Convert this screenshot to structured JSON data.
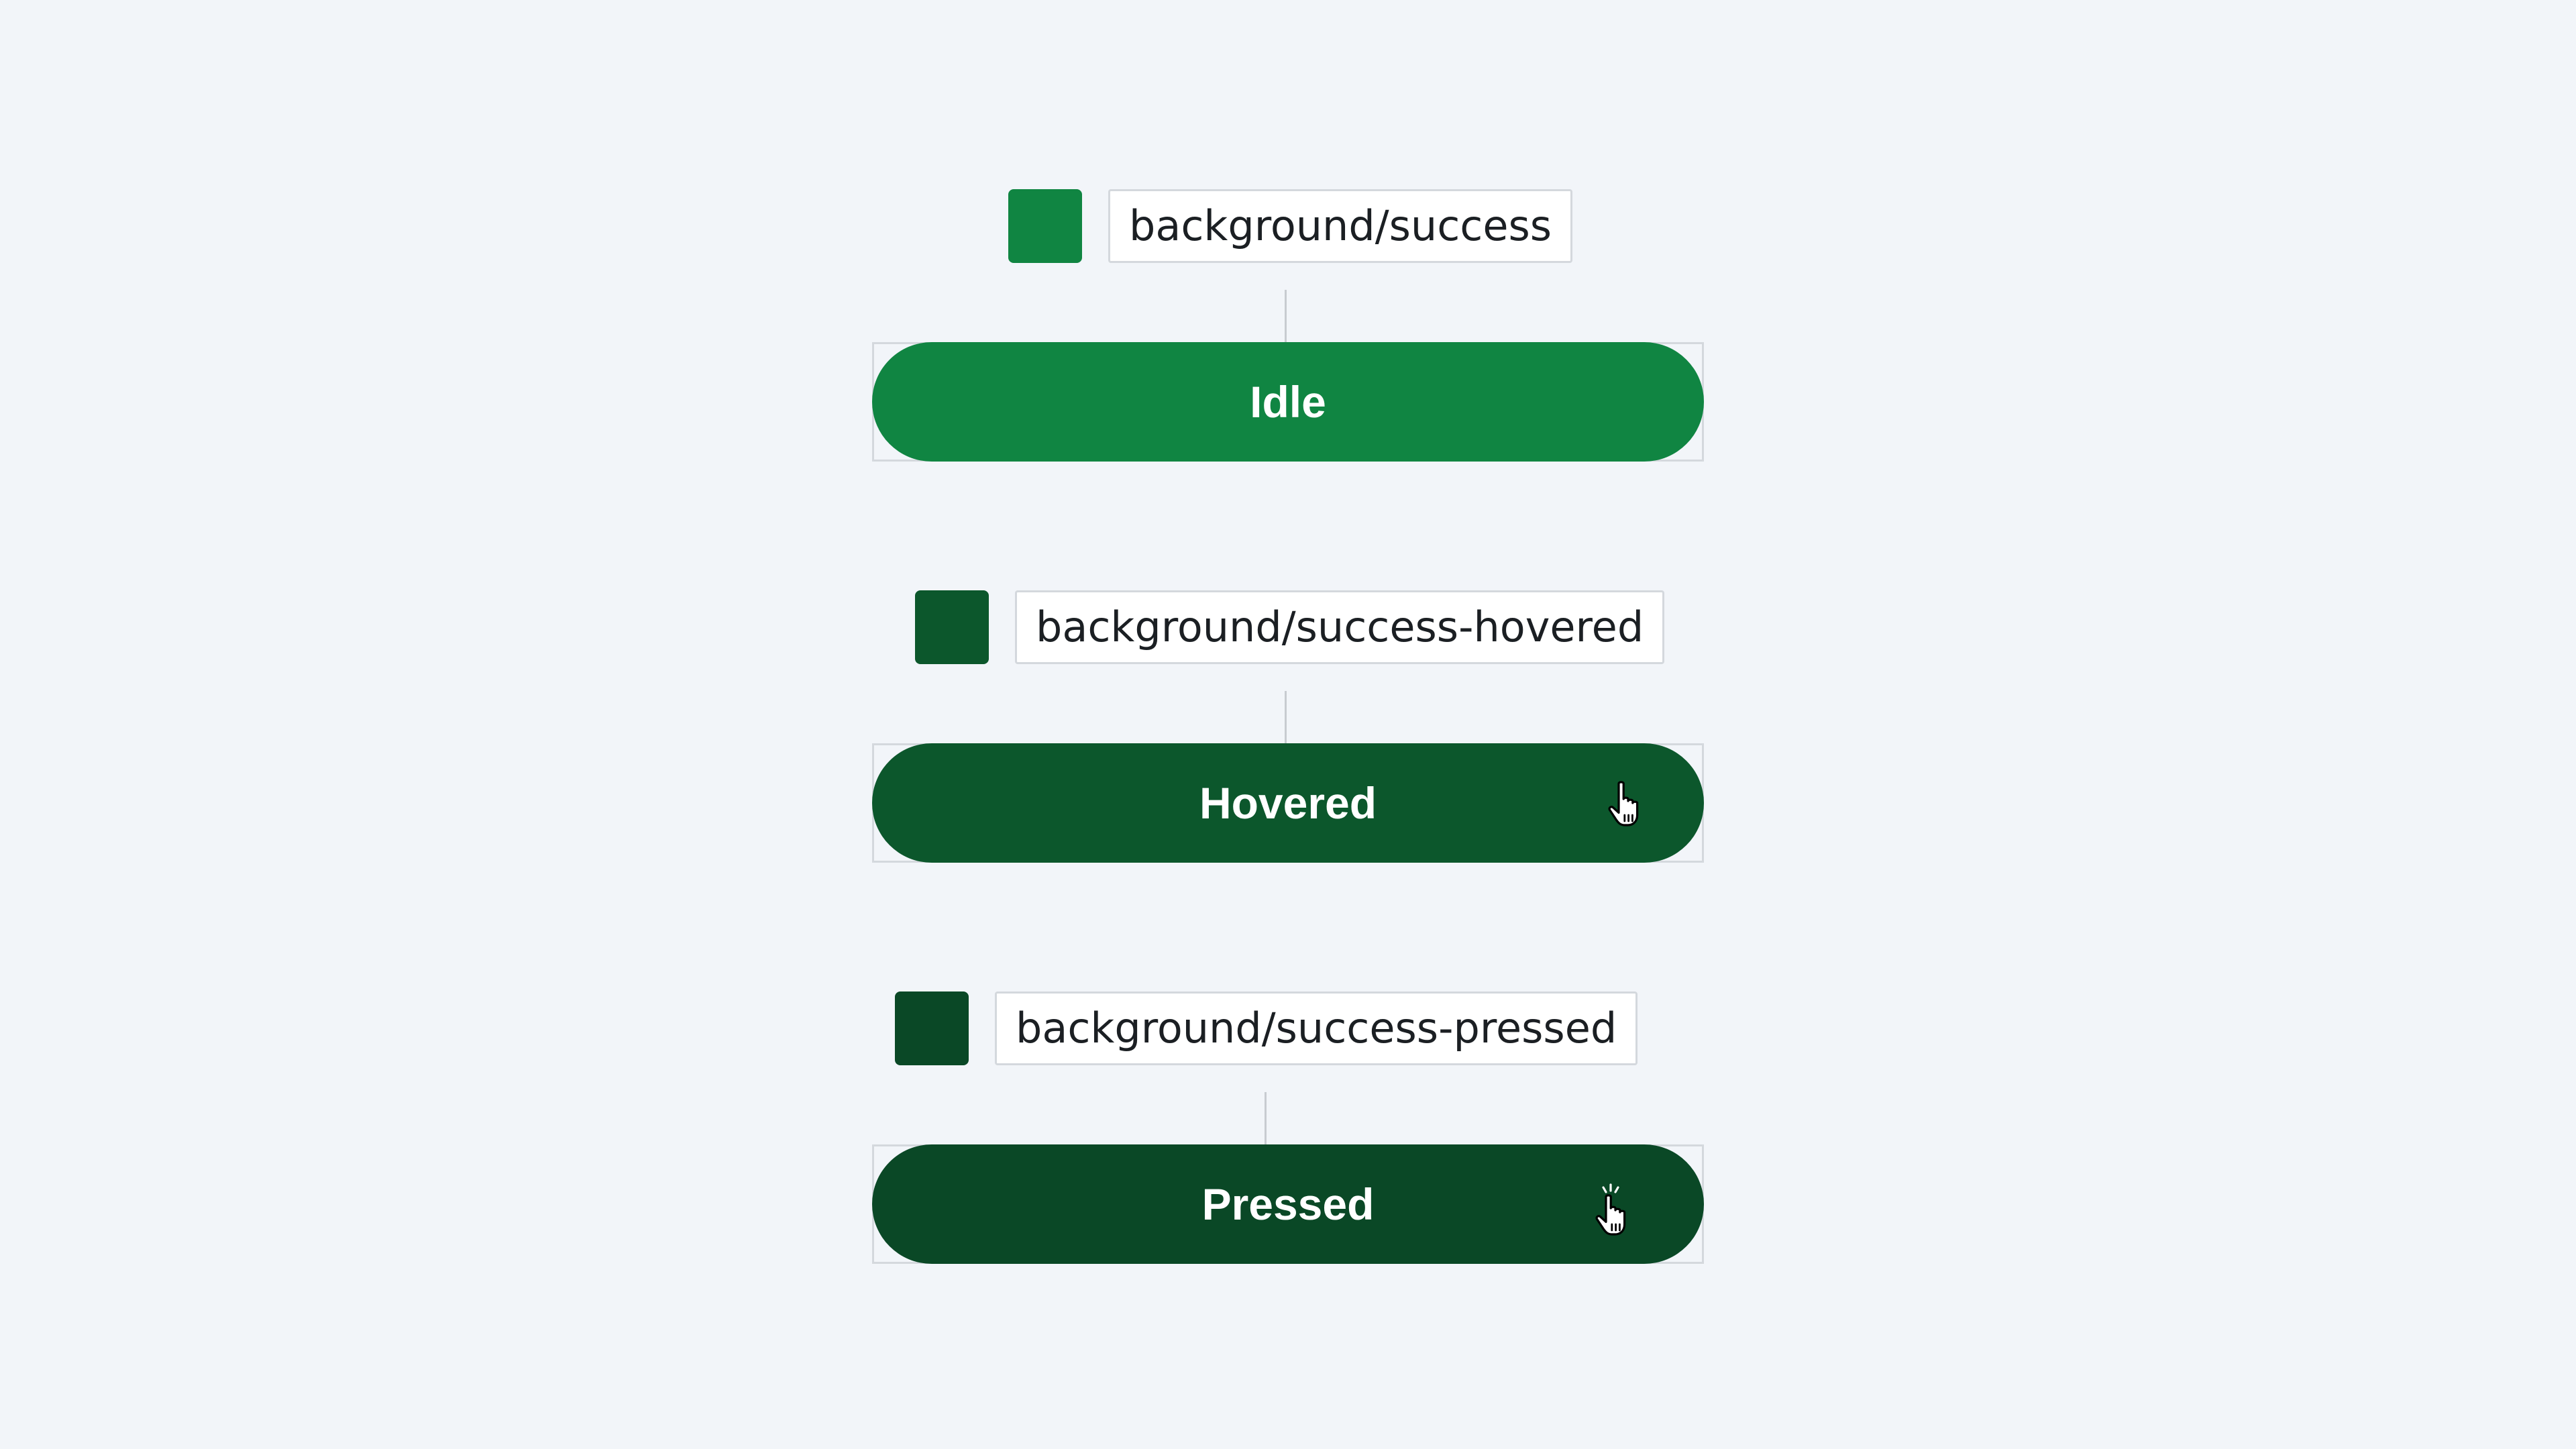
{
  "colors": {
    "page_background": "#f2f5f9",
    "success": "#108542",
    "success_hovered": "#0c572c",
    "success_pressed": "#0a4826"
  },
  "states": [
    {
      "token": "background/success",
      "button_label": "Idle",
      "color": "#108542",
      "cursor": null
    },
    {
      "token": "background/success-hovered",
      "button_label": "Hovered",
      "color": "#0c572c",
      "cursor": "hand-pointer-icon"
    },
    {
      "token": "background/success-pressed",
      "button_label": "Pressed",
      "color": "#0a4826",
      "cursor": "hand-pointer-click-icon"
    }
  ]
}
